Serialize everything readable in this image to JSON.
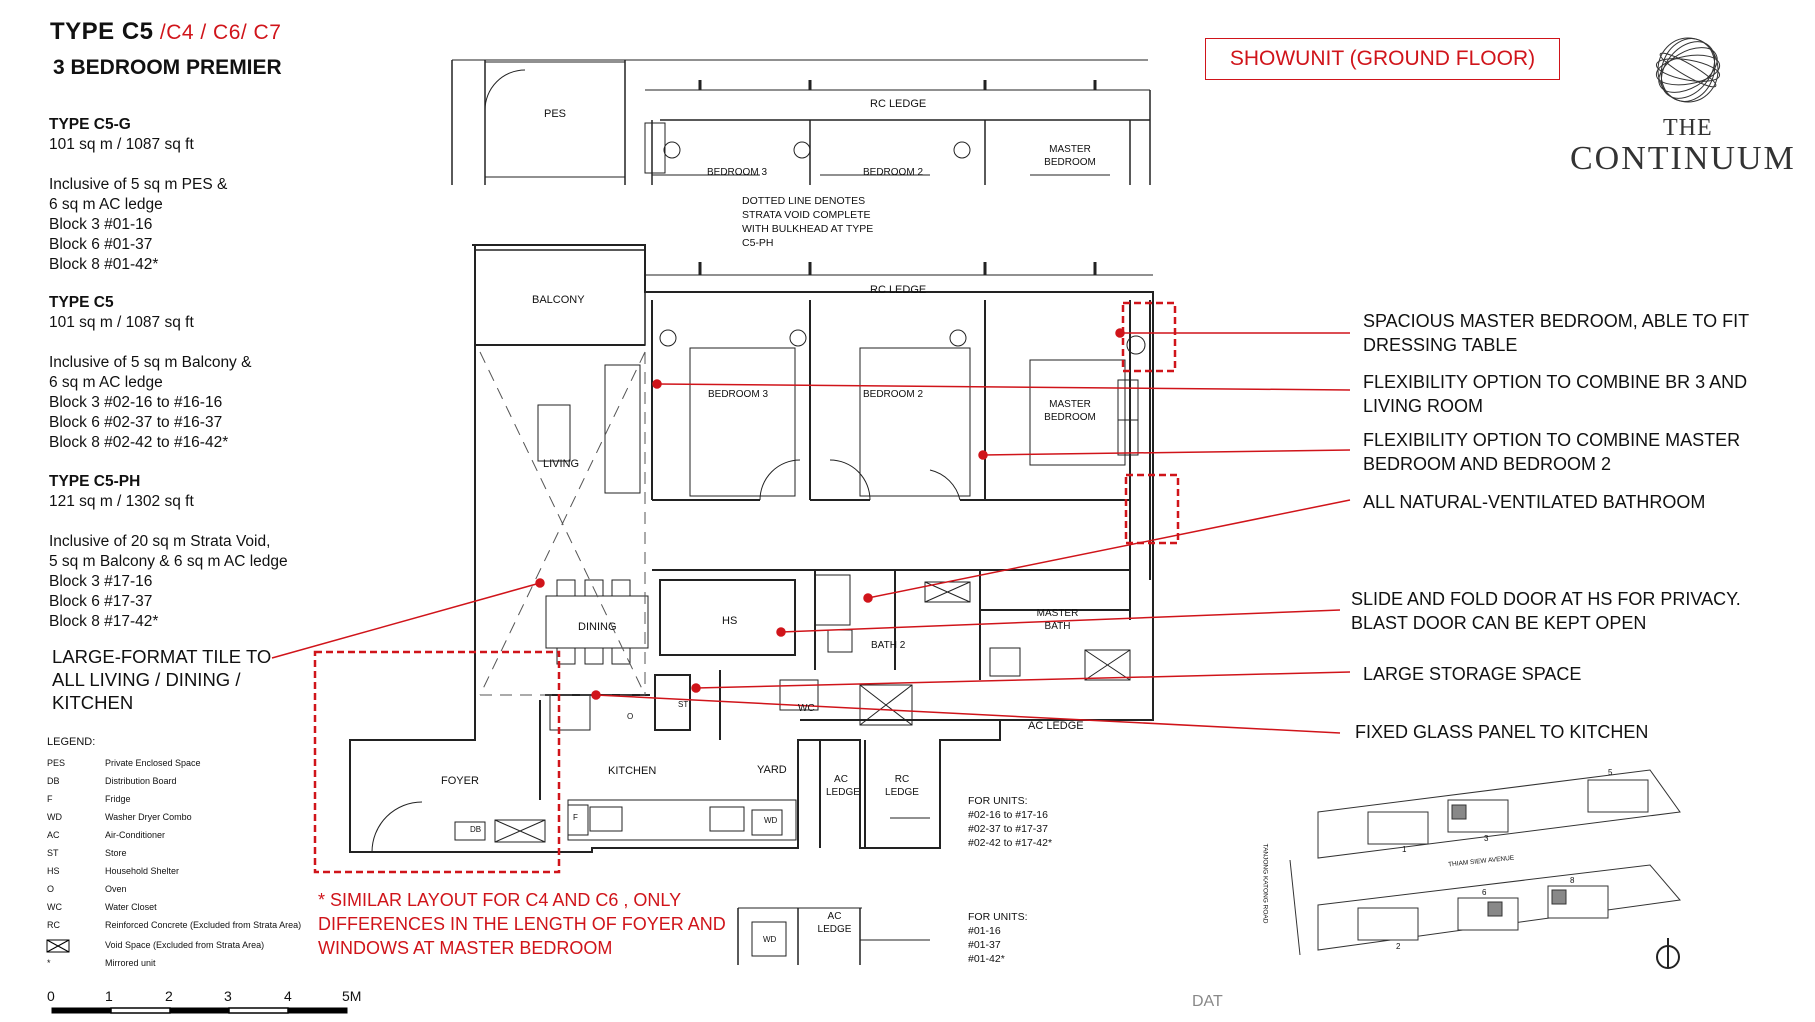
{
  "header": {
    "type_main": "TYPE  C5",
    "type_alt": " /C4 / C6/ C7",
    "subtitle": "3 BEDROOM PREMIER"
  },
  "types": [
    {
      "title": "TYPE C5-G",
      "area": "101 sq m / 1087 sq ft",
      "lines": [
        "Inclusive of 5 sq m PES &",
        "6 sq m AC ledge",
        "Block 3 #01-16",
        "Block 6 #01-37",
        "Block 8 #01-42*"
      ]
    },
    {
      "title": "TYPE C5",
      "area": "101 sq m / 1087 sq ft",
      "lines": [
        "Inclusive of 5 sq m Balcony &",
        "6 sq m AC ledge",
        "Block 3 #02-16 to #16-16",
        "Block 6 #02-37 to #16-37",
        "Block 8 #02-42 to #16-42*"
      ]
    },
    {
      "title": "TYPE C5-PH",
      "area": "121 sq m / 1302 sq ft",
      "lines": [
        "Inclusive of 20 sq m Strata Void,",
        "5 sq m Balcony & 6 sq m AC ledge",
        "Block 3 #17-16",
        "Block 6 #17-37",
        "Block 8 #17-42*"
      ]
    }
  ],
  "tile_note": "LARGE-FORMAT TILE TO ALL LIVING / DINING / KITCHEN",
  "legend": {
    "title": "LEGEND:",
    "items": [
      {
        "key": "PES",
        "desc": "Private Enclosed Space"
      },
      {
        "key": "DB",
        "desc": "Distribution Board"
      },
      {
        "key": "F",
        "desc": "Fridge"
      },
      {
        "key": "WD",
        "desc": "Washer Dryer Combo"
      },
      {
        "key": "AC",
        "desc": "Air-Conditioner"
      },
      {
        "key": "ST",
        "desc": "Store"
      },
      {
        "key": "HS",
        "desc": "Household Shelter"
      },
      {
        "key": "O",
        "desc": "Oven"
      },
      {
        "key": "WC",
        "desc": "Water Closet"
      },
      {
        "key": "RC",
        "desc": "Reinforced Concrete (Excluded from Strata Area)"
      },
      {
        "key": "",
        "desc": "Void Space (Excluded from Strata Area)"
      },
      {
        "key": "*",
        "desc": "Mirrored unit"
      }
    ]
  },
  "scale": {
    "labels": [
      "0",
      "1",
      "2",
      "3",
      "4",
      "5M"
    ]
  },
  "similar_note": "* SIMILAR LAYOUT FOR C4 AND C6 , ONLY DIFFERENCES IN THE LENGTH OF FOYER AND WINDOWS AT MASTER BEDROOM",
  "showunit": "SHOWUNIT (GROUND FLOOR)",
  "brand": {
    "the": "THE",
    "name": "CONTINUUM"
  },
  "callouts": [
    "SPACIOUS MASTER BEDROOM, ABLE TO FIT DRESSING TABLE",
    "FLEXIBILITY OPTION TO COMBINE BR 3 AND LIVING ROOM",
    "FLEXIBILITY OPTION TO COMBINE MASTER BEDROOM AND BEDROOM 2",
    "ALL NATURAL-VENTILATED BATHROOM",
    "SLIDE AND FOLD DOOR AT HS FOR PRIVACY. BLAST DOOR CAN BE KEPT OPEN",
    "LARGE STORAGE SPACE",
    "FIXED GLASS PANEL TO KITCHEN"
  ],
  "plan": {
    "pes": "PES",
    "rc_ledge": "RC LEDGE",
    "bedroom3": "BEDROOM 3",
    "bedroom2": "BEDROOM 2",
    "master_bedroom": "MASTER BEDROOM",
    "dotted_note": "DOTTED LINE DENOTES STRATA VOID COMPLETE WITH BULKHEAD AT TYPE C5-PH",
    "balcony": "BALCONY",
    "living": "LIVING",
    "dining": "DINING",
    "hs": "HS",
    "bath2": "BATH 2",
    "master_bath": "MASTER BATH",
    "st": "ST",
    "wc": "WC",
    "kitchen": "KITCHEN",
    "yard": "YARD",
    "foyer": "FOYER",
    "ac_ledge": "AC LEDGE",
    "ac_ledge_stack": "AC LEDGE",
    "rc_ledge_stack": "RC LEDGE",
    "db": "DB",
    "f": "F",
    "o": "O",
    "wd": "WD",
    "for_units_1": {
      "title": "FOR UNITS:",
      "lines": [
        "#02-16 to #17-16",
        "#02-37 to #17-37",
        "#02-42 to #17-42*"
      ]
    },
    "for_units_2": {
      "title": "FOR UNITS:",
      "lines": [
        "#01-16",
        "#01-37",
        "#01-42*"
      ]
    }
  },
  "site": {
    "road1": "THIAM SIEW AVENUE",
    "road2": "TANJONG KATONG ROAD",
    "blocks": [
      "1",
      "2",
      "3",
      "5",
      "6",
      "8"
    ]
  },
  "footer": {
    "dat": "DAT"
  }
}
